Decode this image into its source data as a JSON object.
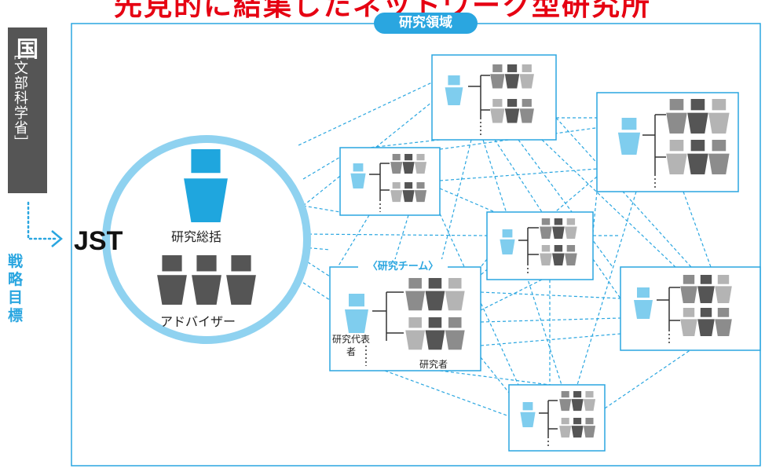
{
  "banner": {
    "text": "先見的に結集したネットワーク型研究所"
  },
  "government": {
    "title": "国",
    "ministry": "［文部科学省］"
  },
  "arrow": {
    "label": "戦略目標"
  },
  "jst": {
    "label": "JST",
    "supervisor": "研究総括",
    "advisors": "アドバイザー"
  },
  "research_area": {
    "label": "研究領域"
  },
  "team": {
    "label": "〈研究チーム〉",
    "leader": "研究代表者",
    "researchers": "研究者"
  },
  "colors": {
    "accent": "#2aa6e0",
    "light_blue": "#8fd2f0",
    "dark_gray": "#555555",
    "medium_gray": "#8c8c8c",
    "light_gray": "#b4b4b4",
    "banner_red": "#e60012"
  }
}
